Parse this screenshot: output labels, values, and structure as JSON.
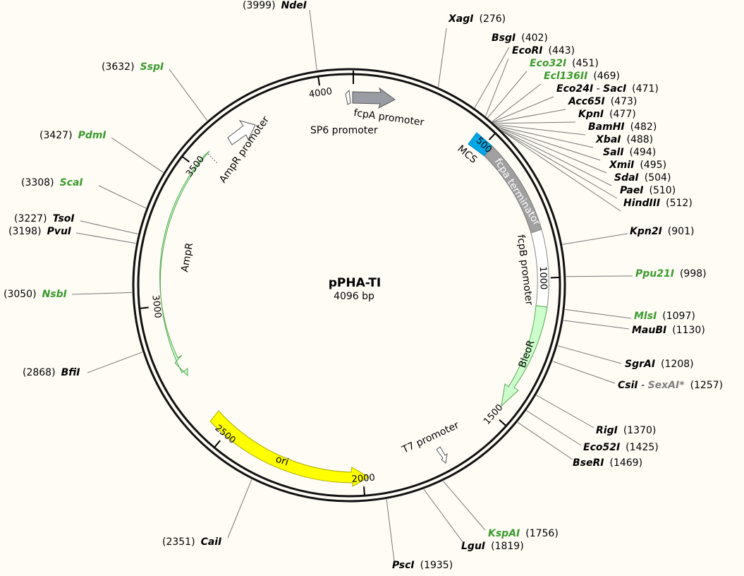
{
  "plasmid": {
    "name": "pPHA-TI",
    "length_label": "4096 bp",
    "length": 4096
  },
  "colors": {
    "green": "#3b9a2e",
    "grey": "#808080",
    "ori": "#ffff00",
    "resistance": "#ccffcc",
    "mcs": "#00a6e6",
    "terminator": "#a0a0a0",
    "promoter_dark": "#999da3"
  },
  "ticks": [
    {
      "bp": 500,
      "label": "500"
    },
    {
      "bp": 1000,
      "label": "1000"
    },
    {
      "bp": 1500,
      "label": "1500"
    },
    {
      "bp": 2000,
      "label": "2000"
    },
    {
      "bp": 2500,
      "label": "2500"
    },
    {
      "bp": 3000,
      "label": "3000"
    },
    {
      "bp": 3500,
      "label": "3500"
    },
    {
      "bp": 4000,
      "label": "4000"
    }
  ],
  "features": {
    "fcpA_promoter": "fcpA promoter",
    "SP6_promoter": "SP6 promoter",
    "MCS": "MCS",
    "fcpa_terminator": "fcpa terminator",
    "fcpB_promoter": "fcpB promoter",
    "BleoR": "BleoR",
    "T7_promoter": "T7 promoter",
    "ori": "ori",
    "AmpR": "AmpR",
    "AmpR_promoter": "AmpR promoter"
  },
  "sites": [
    {
      "name": "XagI",
      "pos": "(276)",
      "color": "black"
    },
    {
      "name": "BsgI",
      "pos": "(402)",
      "color": "black"
    },
    {
      "name": "EcoRI",
      "pos": "(443)",
      "color": "black"
    },
    {
      "name": "Eco32I",
      "pos": "(451)",
      "color": "green"
    },
    {
      "name": "Ecl136II",
      "pos": "(469)",
      "color": "green"
    },
    {
      "name": "Eco24I",
      "name2": "SacI",
      "pos": "(471)",
      "color": "black"
    },
    {
      "name": "Acc65I",
      "pos": "(473)",
      "color": "black"
    },
    {
      "name": "KpnI",
      "pos": "(477)",
      "color": "black"
    },
    {
      "name": "BamHI",
      "pos": "(482)",
      "color": "black"
    },
    {
      "name": "XbaI",
      "pos": "(488)",
      "color": "black"
    },
    {
      "name": "SalI",
      "pos": "(494)",
      "color": "black"
    },
    {
      "name": "XmiI",
      "pos": "(495)",
      "color": "black"
    },
    {
      "name": "SdaI",
      "pos": "(504)",
      "color": "black"
    },
    {
      "name": "PaeI",
      "pos": "(510)",
      "color": "black"
    },
    {
      "name": "HindIII",
      "pos": "(512)",
      "color": "black"
    },
    {
      "name": "Kpn2I",
      "pos": "(901)",
      "color": "black"
    },
    {
      "name": "Ppu21I",
      "pos": "(998)",
      "color": "green"
    },
    {
      "name": "MlsI",
      "pos": "(1097)",
      "color": "green"
    },
    {
      "name": "MauBI",
      "pos": "(1130)",
      "color": "black"
    },
    {
      "name": "SgrAI",
      "pos": "(1208)",
      "color": "black"
    },
    {
      "name": "CsiI",
      "name2": "SexAI*",
      "pos": "(1257)",
      "color": "black",
      "color2": "grey"
    },
    {
      "name": "RigI",
      "pos": "(1370)",
      "color": "black"
    },
    {
      "name": "Eco52I",
      "pos": "(1425)",
      "color": "black"
    },
    {
      "name": "BseRI",
      "pos": "(1469)",
      "color": "black"
    },
    {
      "name": "KspAI",
      "pos": "(1756)",
      "color": "green"
    },
    {
      "name": "LguI",
      "pos": "(1819)",
      "color": "black"
    },
    {
      "name": "PscI",
      "pos": "(1935)",
      "color": "black"
    },
    {
      "name": "CaiI",
      "pos": "(2351)",
      "color": "black"
    },
    {
      "name": "BfiI",
      "pos": "(2868)",
      "color": "black"
    },
    {
      "name": "NsbI",
      "pos": "(3050)",
      "color": "green"
    },
    {
      "name": "PvuI",
      "pos": "(3198)",
      "color": "black"
    },
    {
      "name": "TsoI",
      "pos": "(3227)",
      "color": "black"
    },
    {
      "name": "ScaI",
      "pos": "(3308)",
      "color": "green"
    },
    {
      "name": "PdmI",
      "pos": "(3427)",
      "color": "green"
    },
    {
      "name": "SspI",
      "pos": "(3632)",
      "color": "green"
    },
    {
      "name": "NdeI",
      "pos": "(3999)",
      "color": "black"
    }
  ]
}
